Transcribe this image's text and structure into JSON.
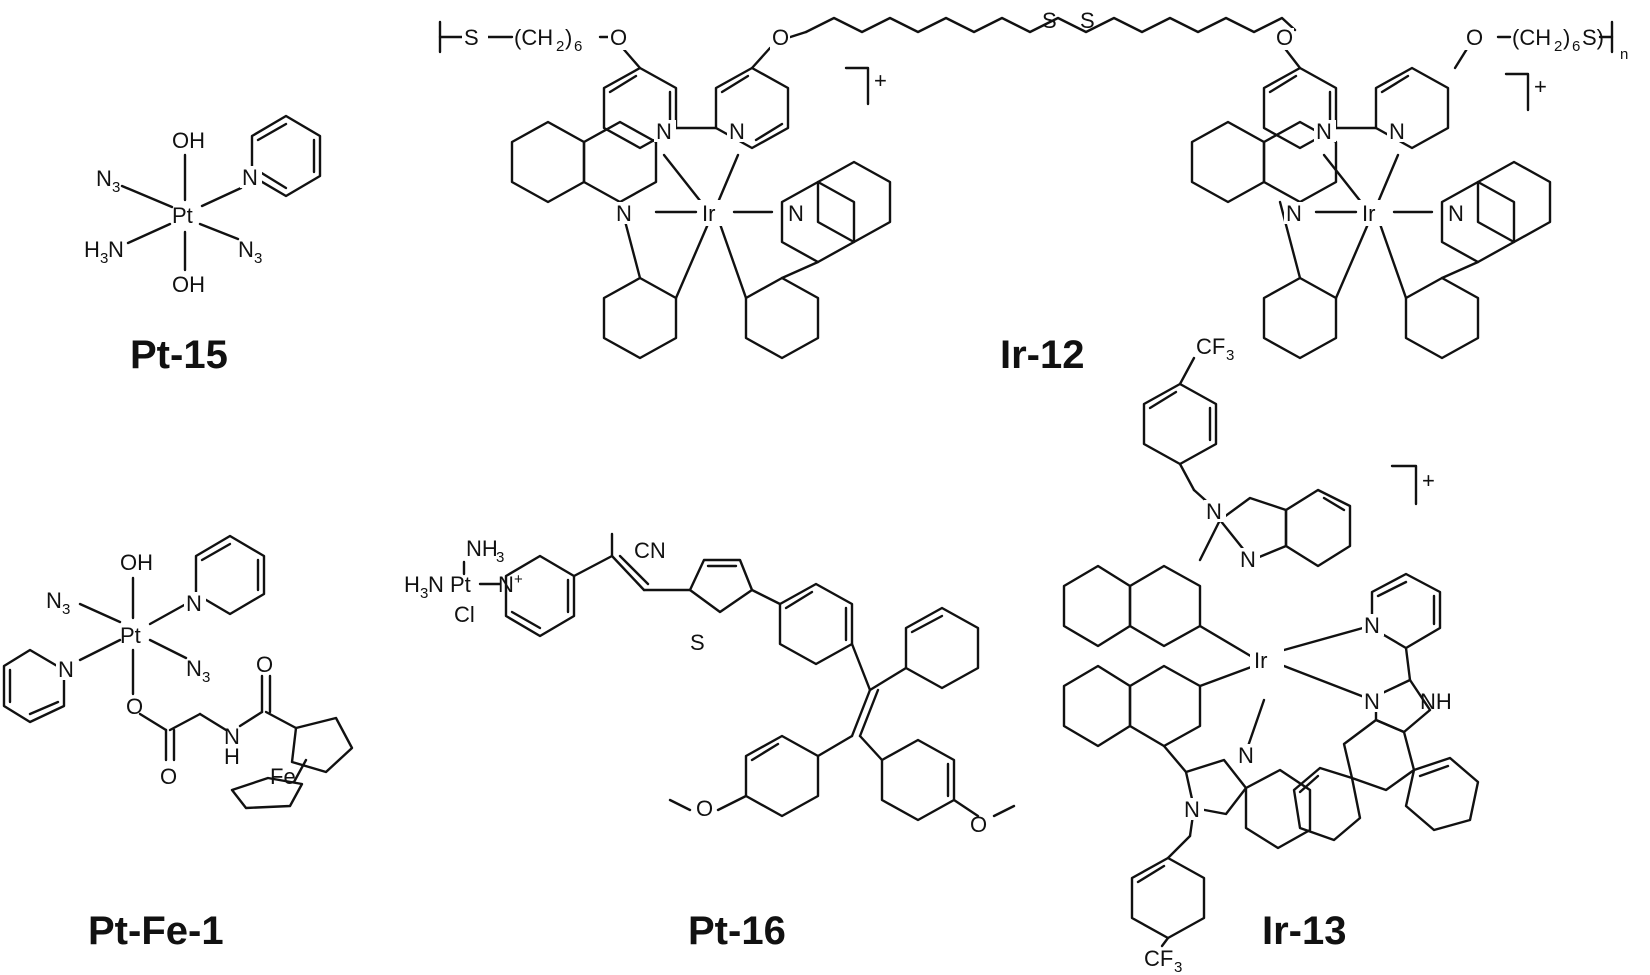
{
  "compounds": {
    "pt15": {
      "label": "Pt-15",
      "metal": "Pt",
      "ligands": {
        "oh_top": "OH",
        "oh_bottom": "OH",
        "azide_a": "N",
        "azide_a_sub": "3",
        "azide_b": "N",
        "azide_b_sub": "3",
        "amine": "H",
        "amine_sub": "3",
        "amine_tail": "N",
        "py_n": "N"
      }
    },
    "ir12": {
      "label": "Ir-12",
      "metal_left": "Ir",
      "metal_right": "Ir",
      "charge": "+",
      "chain_left": [
        "S",
        "(CH",
        "2",
        ")",
        "6",
        "O"
      ],
      "chain_right": [
        "O",
        "(CH",
        "2",
        ")",
        "6",
        "S)",
        "n"
      ],
      "disulfide": [
        "S",
        "S"
      ],
      "ether": "O",
      "n_atom": "N"
    },
    "pt_fe1": {
      "label": "Pt-Fe-1",
      "metal": "Pt",
      "iron": "Fe",
      "oh": "OH",
      "azide": "N",
      "azide_sub": "3",
      "o": "O",
      "nh": "H",
      "n": "N"
    },
    "pt16": {
      "label": "Pt-16",
      "metal": "Pt",
      "nh3": "NH",
      "nh3_sub": "3",
      "h3n": "H",
      "h3n_sub": "3",
      "h3n_tail": "N",
      "cl": "Cl",
      "cn": "CN",
      "pyridinium": "N",
      "pyridinium_charge": "+",
      "s": "S",
      "o": "O"
    },
    "ir13": {
      "label": "Ir-13",
      "metal": "Ir",
      "charge": "+",
      "cf3": "CF",
      "cf3_sub": "3",
      "n": "N",
      "nh": "NH"
    }
  },
  "colors": {
    "ink": "#111111",
    "background": "#ffffff"
  }
}
